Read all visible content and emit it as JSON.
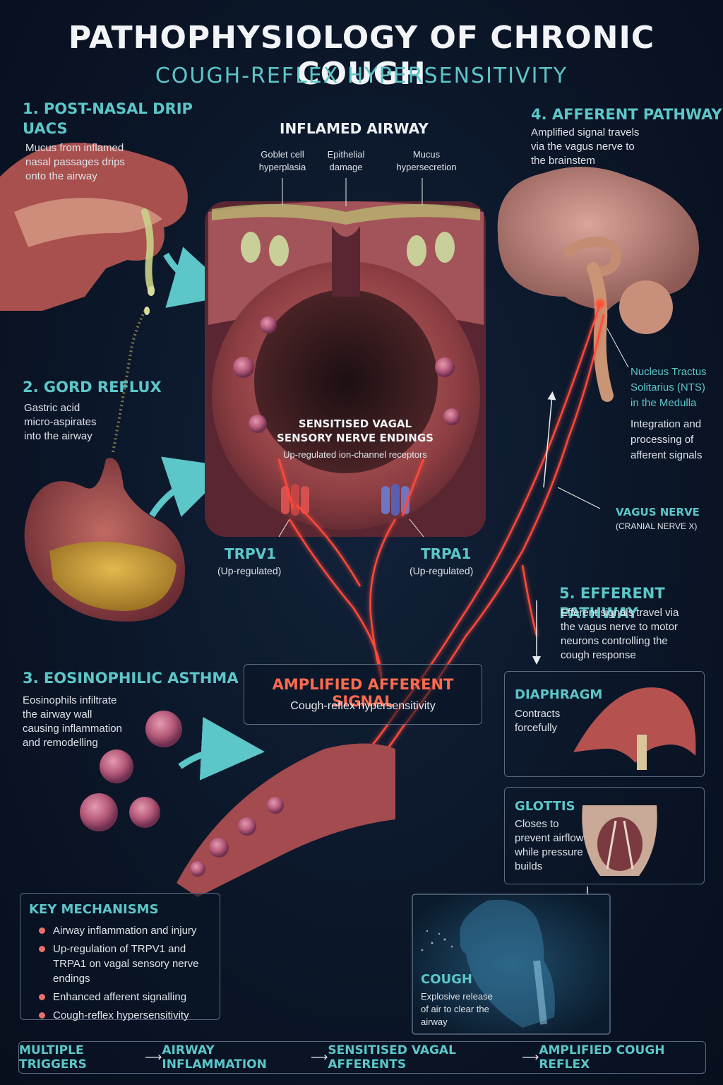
{
  "header": {
    "title": "PATHOPHYSIOLOGY OF CHRONIC COUGH",
    "subtitle": "COUGH-REFLEX HYPERSENSITIVITY"
  },
  "post_nasal": {
    "heading_line1": "1. POST-NASAL DRIP",
    "heading_line2": "UACS",
    "text": [
      "Mucus from inflamed",
      "nasal passages drips",
      "onto the airway"
    ]
  },
  "gord": {
    "heading": "2. GORD REFLUX",
    "text": [
      "Gastric acid",
      "micro-aspirates",
      "into the airway"
    ]
  },
  "asthma": {
    "heading": "3. EOSINOPHILIC ASTHMA",
    "text": [
      "Eosinophils infiltrate",
      "the airway wall",
      "causing inflammation",
      "and remodelling"
    ]
  },
  "afferent": {
    "heading": "4. AFFERENT PATHWAY",
    "text": [
      "Amplified signal travels",
      "via the vagus nerve to",
      "the brainstem"
    ]
  },
  "efferent": {
    "heading": "5. EFFERENT PATHWAY",
    "text": [
      "Efferent signals travel via",
      "the vagus nerve to motor",
      "neurons controlling the",
      "cough response"
    ]
  },
  "airway": {
    "title": "INFLAMED AIRWAY",
    "labels": [
      {
        "line1": "Goblet cell",
        "line2": "hyperplasia"
      },
      {
        "line1": "Epithelial",
        "line2": "damage"
      },
      {
        "line1": "Mucus",
        "line2": "hypersecretion"
      }
    ],
    "nerve_title_1": "SENSITISED VAGAL",
    "nerve_title_2": "SENSORY NERVE ENDINGS",
    "nerve_sub": "Up-regulated ion-channel receptors"
  },
  "receptors": {
    "trpv1": "TRPV1",
    "trpv1_sub": "(Up-regulated)",
    "trpa1": "TRPA1",
    "trpa1_sub": "(Up-regulated)"
  },
  "nts": {
    "line1": "Nucleus Tractus",
    "line2": "Solitarius (NTS)",
    "line3": "in the Medulla",
    "desc": [
      "Integration and",
      "processing of",
      "afferent signals"
    ]
  },
  "vagus": {
    "label": "VAGUS NERVE",
    "sub": "(CRANIAL NERVE X)"
  },
  "signal": {
    "title": "AMPLIFIED AFFERENT SIGNAL",
    "sub": "Cough-reflex hypersensitivity"
  },
  "diaphragm": {
    "title": "DIAPHRAGM",
    "text": [
      "Contracts",
      "forcefully"
    ]
  },
  "glottis": {
    "title": "GLOTTIS",
    "text": [
      "Closes to",
      "prevent airflow",
      "while pressure",
      "builds"
    ]
  },
  "cough": {
    "title": "COUGH",
    "text": [
      "Explosive release",
      "of air to clear the",
      "airway"
    ]
  },
  "key_mechanisms": {
    "title": "KEY MECHANISMS",
    "items": [
      "Airway inflammation and injury",
      "Up-regulation of TRPV1 and TRPA1 on vagal sensory nerve endings",
      "Enhanced afferent signalling",
      "Cough-reflex hypersensitivity"
    ]
  },
  "flow": {
    "steps": [
      "MULTIPLE TRIGGERS",
      "AIRWAY INFLAMMATION",
      "SENSITISED VAGAL AFFERENTS",
      "AMPLIFIED COUGH REFLEX"
    ],
    "arrow": "⟶"
  },
  "colors": {
    "accent": "#5cc6c8",
    "nerve": "#ff4a3a",
    "tissue": "#b5514f",
    "background": "#0b1628"
  }
}
